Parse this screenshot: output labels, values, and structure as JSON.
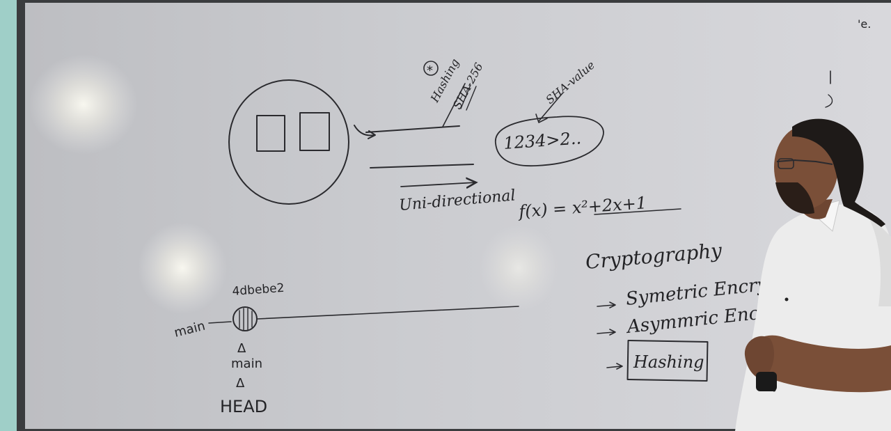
{
  "board": {
    "circle_diagram": {
      "hashing_note": "Hashing",
      "star_mark": "*",
      "algorithm": "SHA-256",
      "flow_label": "Uni-directional"
    },
    "hash_output": {
      "label": "SHA-value",
      "value": "1234>2.."
    },
    "function": "f(x) = x²+2x+1",
    "topic": {
      "title": "Cryptography",
      "items": [
        "Symetric Encrypti",
        "Asymmric Encryp",
        "Hashing"
      ]
    },
    "git_diagram": {
      "commit_id": "4dbebe2",
      "branch_left": "main",
      "pointer_main": "main",
      "pointer_head": "HEAD",
      "arrow_glyph": "Δ"
    },
    "corner_mark": "'e."
  },
  "colors": {
    "board": "#cfcfd4",
    "ink": "#2a2a2e",
    "shirt": "#ececec",
    "skin": "#7a4f38",
    "hair": "#1e1a18"
  }
}
